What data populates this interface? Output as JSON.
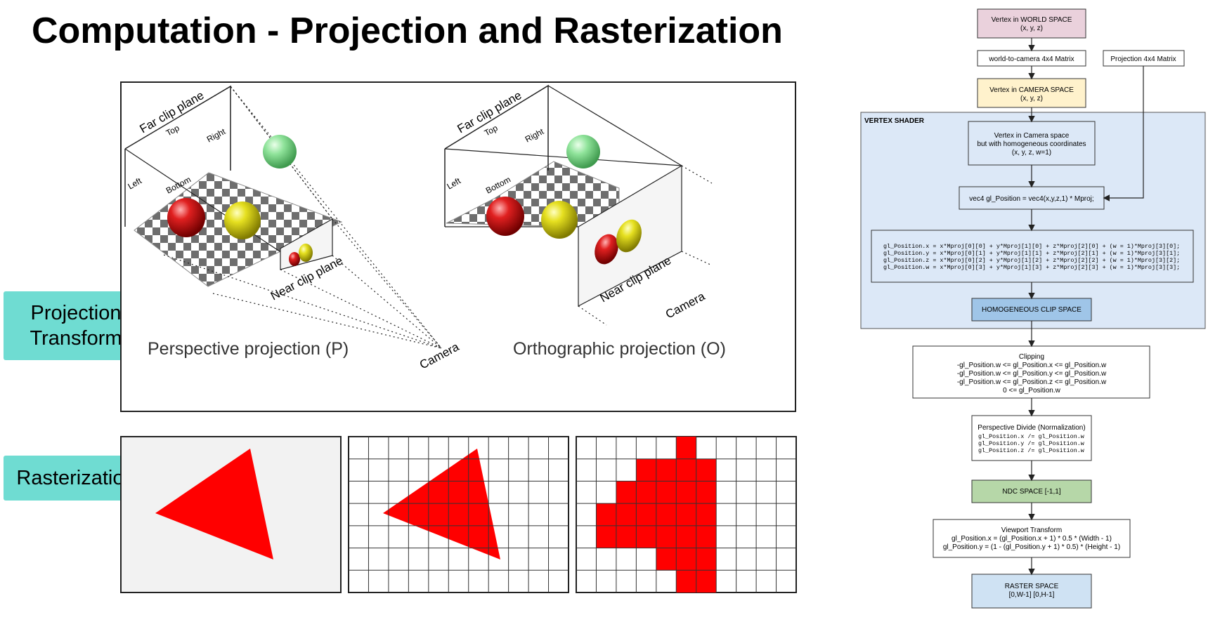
{
  "slide": {
    "title": "Computation - Projection and Rasterization",
    "tags": {
      "projection": "Projection\nTransform",
      "rasterization": "Rasterization"
    }
  },
  "projection_figure": {
    "perspective": {
      "caption": "Perspective projection (P)",
      "far_label": "Far clip plane",
      "near_label": "Near clip plane",
      "top": "Top",
      "right": "Right",
      "left": "Left",
      "bottom": "Bottom",
      "camera": "Camera"
    },
    "orthographic": {
      "caption": "Orthographic projection (O)",
      "far_label": "Far clip plane",
      "near_label": "Near clip plane",
      "top": "Top",
      "right": "Right",
      "left": "Left",
      "bottom": "Bottom",
      "camera": "Camera"
    }
  },
  "rasterization_figure": {
    "colors": {
      "triangle": "#ff0000",
      "panel_bg": "#f2f2f2",
      "grid": "#333333"
    }
  },
  "pipeline": {
    "world": {
      "line1": "Vertex in WORLD SPACE",
      "line2": "(x, y, z)",
      "color": "#ead1dc"
    },
    "w2c": {
      "line1": "world-to-camera 4x4 Matrix"
    },
    "projmat": {
      "line1": "Projection 4x4 Matrix"
    },
    "camera": {
      "line1": "Vertex in CAMERA SPACE",
      "line2": "(x, y, z)",
      "color": "#fff2cc"
    },
    "vertex_shader_label": "VERTEX SHADER",
    "vs_bg": "#dce8f7",
    "homog": {
      "line1": "Vertex in Camera space",
      "line2": "but with homogeneous coordinates",
      "line3": "(x, y, z, w=1)"
    },
    "glpos": {
      "line1": "vec4 gl_Position = vec4(x,y,z,1) * Mproj;"
    },
    "matmul": [
      "gl_Position.x = x*Mproj[0][0] + y*Mproj[1][0] + z*Mproj[2][0] + (w = 1)*Mproj[3][0];",
      "gl_Position.y = x*Mproj[0][1] + y*Mproj[1][1] + z*Mproj[2][1] + (w = 1)*Mproj[3][1];",
      "gl_Position.z = x*Mproj[0][2] + y*Mproj[1][2] + z*Mproj[2][2] + (w = 1)*Mproj[3][2];",
      "gl_Position.w = x*Mproj[0][3] + y*Mproj[1][3] + z*Mproj[2][3] + (w = 1)*Mproj[3][3];"
    ],
    "clip_space": {
      "line1": "HOMOGENEOUS CLIP SPACE",
      "color": "#9fc5e8"
    },
    "clipping": [
      "Clipping",
      "-gl_Position.w  <= gl_Position.x <= gl_Position.w",
      "-gl_Position.w  <= gl_Position.y <= gl_Position.w",
      "-gl_Position.w  <= gl_Position.z <= gl_Position.w",
      "0 <= gl_Position.w"
    ],
    "divide": {
      "title": "Perspective Divide (Normalization)",
      "lines": [
        "gl_Position.x /= gl_Position.w",
        "gl_Position.y /= gl_Position.w",
        "gl_Position.z /= gl_Position.w"
      ]
    },
    "ndc": {
      "line1": "NDC SPACE [-1,1]",
      "color": "#b6d7a8"
    },
    "viewport": [
      "Viewport Transform",
      "gl_Position.x = (gl_Position.x + 1) * 0.5 * (Width - 1)",
      "gl_Position.y = (1 - (gl_Position.y + 1) * 0.5) * (Height - 1)"
    ],
    "raster": {
      "line1": "RASTER SPACE",
      "line2": "[0,W-1] [0,H-1]",
      "color": "#cfe2f3"
    }
  }
}
